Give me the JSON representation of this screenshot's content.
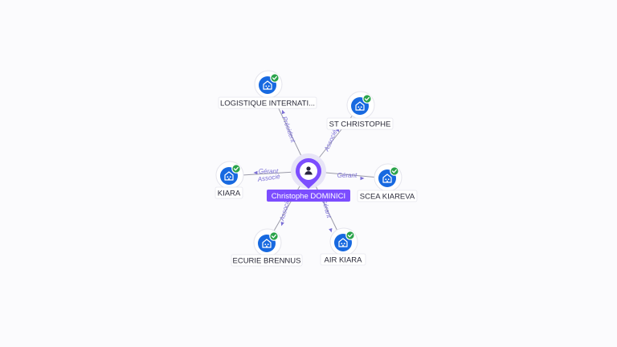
{
  "center": {
    "name": "Christophe DOMINICI",
    "icon": "person-icon",
    "color": "#7c4dff"
  },
  "companies": [
    {
      "id": "logistique",
      "name": "LOGISTIQUE INTERNATI...",
      "relations": [
        "Président"
      ],
      "icon": "building-icon",
      "verified": true
    },
    {
      "id": "st-christophe",
      "name": "ST CHRISTOPHE",
      "relations": [
        "Associé"
      ],
      "icon": "building-icon",
      "verified": true
    },
    {
      "id": "kiara",
      "name": "KIARA",
      "relations": [
        "Gérant",
        "Associé"
      ],
      "icon": "building-icon",
      "verified": true
    },
    {
      "id": "scea-kiareva",
      "name": "SCEA KIAREVA",
      "relations": [
        "Gérant"
      ],
      "icon": "building-icon",
      "verified": true
    },
    {
      "id": "ecurie-brennus",
      "name": "ECURIE BRENNUS",
      "relations": [
        "Associé"
      ],
      "icon": "building-icon",
      "verified": true
    },
    {
      "id": "air-kiara",
      "name": "AIR KIARA",
      "relations": [
        "Gérant"
      ],
      "icon": "building-icon",
      "verified": true
    }
  ],
  "colors": {
    "company_node": "#1769e0",
    "verified_badge": "#2aa34a",
    "relation_text": "#7b6fd6",
    "link": "#9a9aa8"
  }
}
